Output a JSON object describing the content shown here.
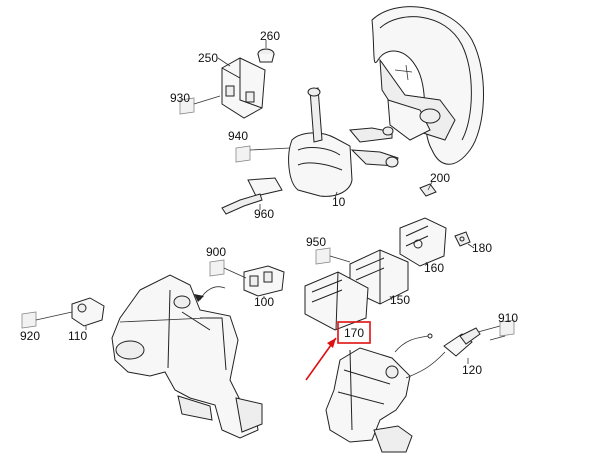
{
  "labels": {
    "p10": "10",
    "p100": "100",
    "p110": "110",
    "p120": "120",
    "p150": "150",
    "p160": "160",
    "p170": "170",
    "p180": "180",
    "p200": "200",
    "p250": "250",
    "p260": "260",
    "p900": "900",
    "p910": "910",
    "p920": "920",
    "p930": "930",
    "p940": "940",
    "p950": "950",
    "p960": "960"
  },
  "colors": {
    "highlight": "#e01010",
    "line": "#222222",
    "background": "#ffffff"
  }
}
